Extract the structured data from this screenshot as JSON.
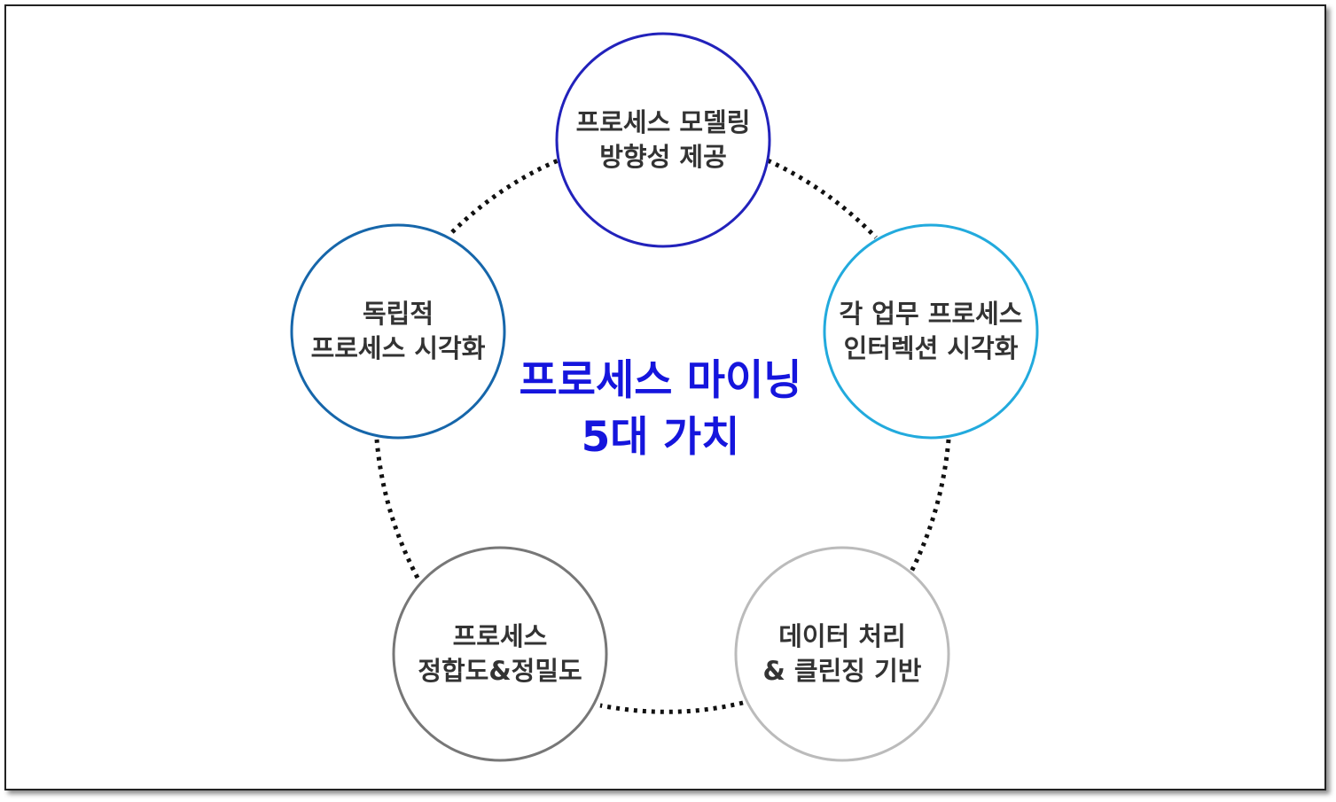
{
  "diagram": {
    "center": {
      "line1": "프로세스 마이닝",
      "line2": "5대 가치",
      "color": "#1515dd"
    },
    "nodes": [
      {
        "id": "top",
        "line1": "프로세스 모델링",
        "line2": "방향성 제공",
        "border_color": "#2222bb"
      },
      {
        "id": "right",
        "line1": "각 업무 프로세스",
        "line2": "인터렉션 시각화",
        "border_color": "#22aadd"
      },
      {
        "id": "bottom-right",
        "line1": "데이터 처리",
        "line2": "& 클린징 기반",
        "border_color": "#bbbbbb"
      },
      {
        "id": "bottom-left",
        "line1": "프로세스",
        "line2": "정합도&정밀도",
        "border_color": "#777777"
      },
      {
        "id": "left",
        "line1": "독립적",
        "line2": "프로세스 시각화",
        "border_color": "#1666aa"
      }
    ],
    "connector_style": "dotted",
    "connector_color": "#111111"
  }
}
